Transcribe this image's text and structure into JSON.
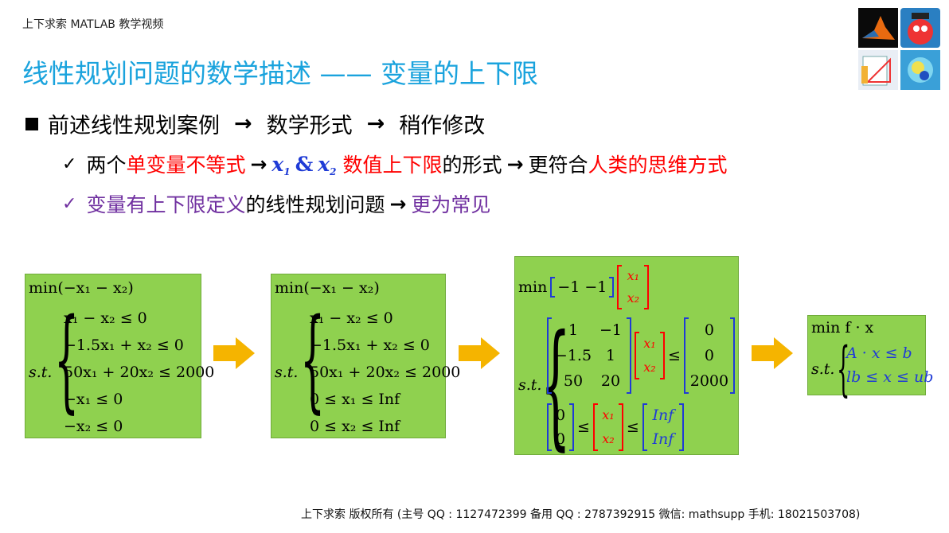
{
  "brand": "上下求索 MATLAB 教学视频",
  "title": "线性规划问题的数学描述 —— 变量的上下限",
  "bullet": {
    "part1": "前述线性规划案例",
    "part2": "数学形式",
    "part3": "稍作修改",
    "arrow": "→"
  },
  "check1": {
    "tick": "✓",
    "a": "两个",
    "b": "单变量不等式",
    "c": "x",
    "c_sub1": "1",
    "amp": "&",
    "d": "x",
    "d_sub": "2",
    "e": "数值上下限",
    "f": "的形式",
    "g": "更符合",
    "h": "人类的思维方式"
  },
  "check2": {
    "tick": "✓",
    "a": "变量有上下限定义",
    "b": "的线性规划问题",
    "c": "更为常见"
  },
  "box1": {
    "objective": "min(−x₁ − x₂)",
    "st": "s.t.",
    "lines": [
      "x₁ − x₂ ≤ 0",
      "−1.5x₁ + x₂ ≤ 0",
      "50x₁ + 20x₂ ≤ 2000",
      "−x₁ ≤ 0",
      "−x₂ ≤ 0"
    ]
  },
  "box2": {
    "objective": "min(−x₁ − x₂)",
    "st": "s.t.",
    "lines": [
      "x₁ − x₂ ≤ 0",
      "−1.5x₁ + x₂ ≤ 0",
      "50x₁ + 20x₂ ≤ 2000",
      "0 ≤ x₁ ≤ Inf",
      "0 ≤ x₂ ≤ Inf"
    ]
  },
  "box3": {
    "min": "min",
    "c_row": [
      "−1",
      "−1"
    ],
    "x_col": [
      "x₁",
      "x₂"
    ],
    "A": [
      "1",
      "−1",
      "−1.5",
      "1",
      "50",
      "20"
    ],
    "b": [
      "0",
      "0",
      "2000"
    ],
    "lb": [
      "0",
      "0"
    ],
    "ub": [
      "Inf",
      "Inf"
    ],
    "le": "≤",
    "st": "s.t."
  },
  "box4": {
    "objective": "min f · x",
    "st": "s.t.",
    "line1": "A · x ≤ b",
    "line2": "lb ≤ x ≤ ub"
  },
  "footer": "上下求索  版权所有 (主号 QQ : 1127472399   备用 QQ : 2787392915   微信: mathsupp   手机: 18021503708)",
  "colors": {
    "title": "#1aa3dd",
    "box": "#8fd14f",
    "arrow": "#f5b400",
    "red": "#ff0000",
    "blue": "#1f3bd6",
    "purple": "#7030a0"
  }
}
